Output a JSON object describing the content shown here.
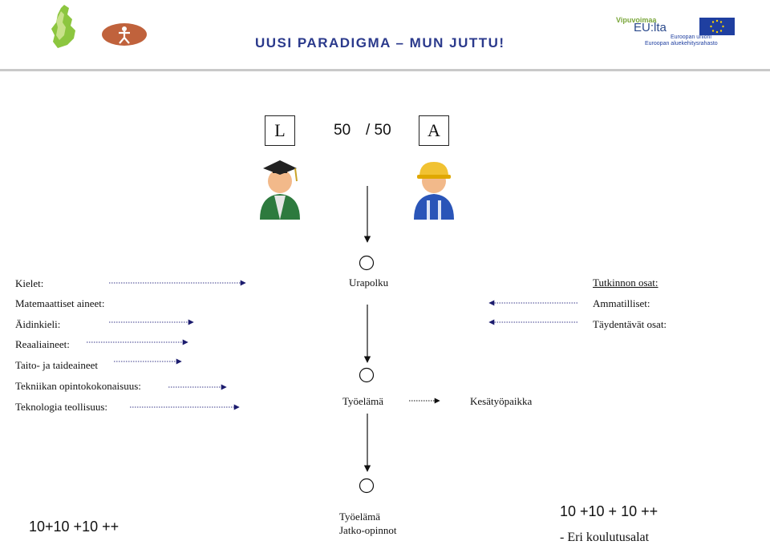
{
  "header": {
    "title": "UUSI PARADIGMA – MUN JUTTU!",
    "logos": {
      "left_map": "finland-map-logo",
      "left_badge": "figure-emblem-logo",
      "vipuvoimaa": "Vipuvoimaa",
      "euta": "EU:lta",
      "eu_flag": "eu-flag-icon",
      "eu_line1": "Euroopan unioni",
      "eu_line2": "Euroopan aluekehitysrahasto"
    }
  },
  "top": {
    "left_box": "L",
    "right_box": "A",
    "ratio_left": "50",
    "ratio_right": "/ 50",
    "left_figure": "graduate-icon",
    "right_figure": "worker-icon"
  },
  "left_list": [
    "Kielet:",
    "Matemaattiset aineet:",
    "Äidinkieli:",
    "Reaaliaineet:",
    "Taito- ja taideaineet",
    "Tekniikan opintokokonaisuus:",
    "Teknologia teollisuus:"
  ],
  "center": {
    "node1": "Urapolku",
    "node2": "Työelämä",
    "side_node": "Kesätyöpaikka",
    "node3_line1": "Työelämä",
    "node3_line2": "Jatko-opinnot"
  },
  "right_list": {
    "heading": "Tutkinnon osat:",
    "items": [
      "Ammatilliset:",
      "Täydentävät osat:"
    ]
  },
  "bottom": {
    "left": "10+10 +10 ++",
    "right": "10 +10 + 10 ++",
    "right_sub": "- Eri koulutusalat"
  }
}
